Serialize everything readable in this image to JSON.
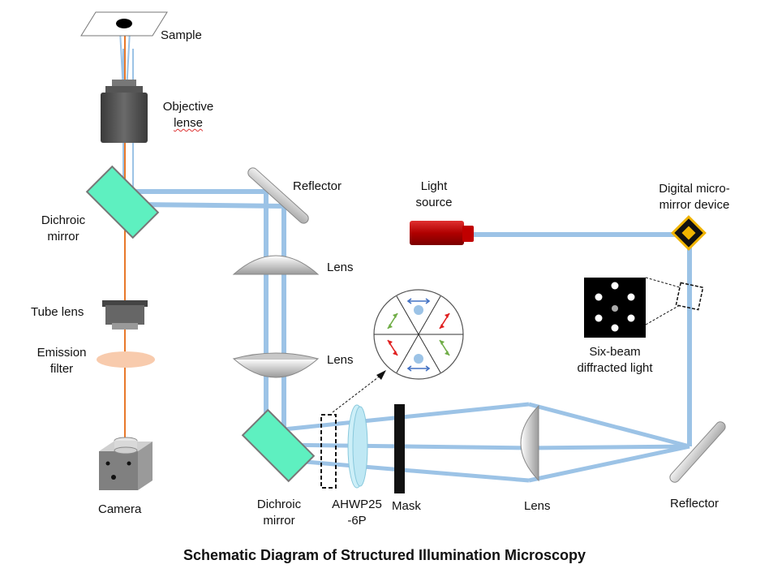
{
  "labels": {
    "sample": "Sample",
    "objective_line1": "Objective",
    "objective_line2": "lense",
    "dichroic_top_line1": "Dichroic",
    "dichroic_top_line2": "mirror",
    "tube_lens": "Tube lens",
    "emission_line1": "Emission",
    "emission_line2": "filter",
    "camera": "Camera",
    "reflector_top": "Reflector",
    "lens_upper": "Lens",
    "lens_middle": "Lens",
    "light_source_line1": "Light",
    "light_source_line2": "source",
    "dmd_line1": "Digital micro-",
    "dmd_line2": "mirror device",
    "six_beam_line1": "Six-beam",
    "six_beam_line2": "diffracted light",
    "dichroic_bottom_line1": "Dichroic",
    "dichroic_bottom_line2": "mirror",
    "ahwp_line1": "AHWP25",
    "ahwp_line2": "-6P",
    "mask": "Mask",
    "lens_bottom": "Lens",
    "reflector_bottom": "Reflector"
  },
  "title": "Schematic Diagram of Structured Illumination Microscopy",
  "colors": {
    "beam": "#9cc3e6",
    "emission_line": "#e8782a",
    "dichroic_fill": "#5ef0c0",
    "light_source": "#c00000",
    "dmd_frame": "#f0b400",
    "arrow_blue": "#4472c4",
    "arrow_red": "#e02020",
    "arrow_green": "#70ad47",
    "filter": "#f8cbad"
  }
}
